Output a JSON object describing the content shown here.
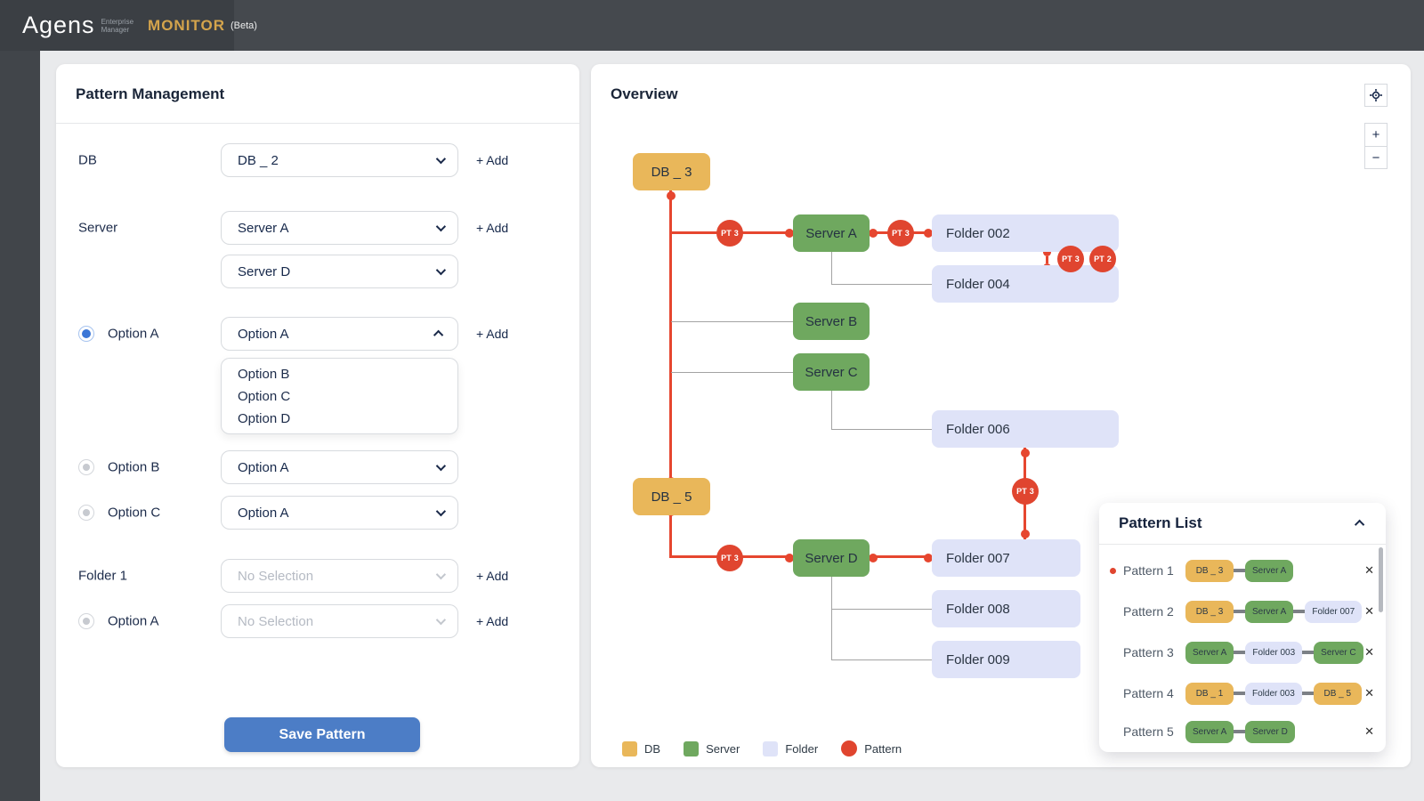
{
  "header": {
    "brand": "Agens",
    "brand_sub1": "Enterprise",
    "brand_sub2": "Manager",
    "product": "MONITOR",
    "beta": "(Beta)"
  },
  "pattern_management": {
    "title": "Pattern Management",
    "rows": [
      {
        "label": "DB",
        "value": "DB _ 2",
        "add": "+ Add"
      },
      {
        "label": "Server",
        "value": "Server A",
        "add": "+ Add"
      },
      {
        "label": "",
        "value": "Server D"
      },
      {
        "label": "Option A",
        "radio": "selected",
        "value": "Option A",
        "add": "+ Add",
        "expanded": true,
        "options": [
          "Option B",
          "Option C",
          "Option D"
        ]
      },
      {
        "label": "Option B",
        "radio": "unselected",
        "value": "Option A"
      },
      {
        "label": "Option C",
        "radio": "unselected",
        "value": "Option A"
      },
      {
        "label": "Folder 1",
        "value": "No Selection",
        "placeholder": true,
        "add": "+ Add"
      },
      {
        "label": "Option A",
        "radio": "unselected",
        "value": "No Selection",
        "placeholder": true,
        "add": "+ Add"
      }
    ],
    "save_button": "Save Pattern"
  },
  "overview": {
    "title": "Overview",
    "zoom_in": "+",
    "zoom_out": "−",
    "nodes": [
      {
        "label": "DB _ 3",
        "type": "db"
      },
      {
        "label": "Server A",
        "type": "server"
      },
      {
        "label": "Folder 002",
        "type": "folder"
      },
      {
        "label": "Folder 004",
        "type": "folder"
      },
      {
        "label": "Server B",
        "type": "server"
      },
      {
        "label": "Server C",
        "type": "server"
      },
      {
        "label": "Folder 006",
        "type": "folder"
      },
      {
        "label": "DB _ 5",
        "type": "db"
      },
      {
        "label": "Server D",
        "type": "server"
      },
      {
        "label": "Folder 007",
        "type": "folder"
      },
      {
        "label": "Folder 008",
        "type": "folder"
      },
      {
        "label": "Folder 009",
        "type": "folder"
      }
    ],
    "pt_badges": [
      {
        "label": "PT 3",
        "edge": "DB _ 3 → Server A"
      },
      {
        "label": "PT 3",
        "edge": "Server A → Folder 002"
      },
      {
        "label": "PT 3",
        "edge": "Folder 002 → Folder 004"
      },
      {
        "label": "PT 2",
        "edge": "Folder 002 → Folder 004"
      },
      {
        "label": "PT 3",
        "edge": "Folder 006 → Folder 007"
      },
      {
        "label": "PT 3",
        "edge": "DB _ 5 → Server D"
      }
    ],
    "edges": [
      {
        "from": "DB _ 3",
        "to": "Server A",
        "type": "pattern"
      },
      {
        "from": "DB _ 3",
        "to": "DB _ 5",
        "type": "pattern"
      },
      {
        "from": "Server A",
        "to": "Folder 002",
        "type": "pattern"
      },
      {
        "from": "Folder 002",
        "to": "Folder 004",
        "type": "pattern"
      },
      {
        "from": "Folder 006",
        "to": "Folder 007",
        "type": "pattern"
      },
      {
        "from": "DB _ 5",
        "to": "Server D",
        "type": "pattern"
      },
      {
        "from": "Server D",
        "to": "Folder 007",
        "type": "pattern"
      },
      {
        "from": "DB _ 3",
        "to": "Server B",
        "type": "hierarchy"
      },
      {
        "from": "DB _ 3",
        "to": "Server C",
        "type": "hierarchy"
      },
      {
        "from": "Server A",
        "to": "Folder 004",
        "type": "hierarchy"
      },
      {
        "from": "Server C",
        "to": "Folder 006",
        "type": "hierarchy"
      },
      {
        "from": "Server D",
        "to": "Folder 008",
        "type": "hierarchy"
      },
      {
        "from": "Server D",
        "to": "Folder 009",
        "type": "hierarchy"
      }
    ],
    "legend": [
      {
        "label": "DB",
        "color": "#e9b75a"
      },
      {
        "label": "Server",
        "color": "#6fa85f"
      },
      {
        "label": "Folder",
        "color": "#dfe3f8"
      },
      {
        "label": "Pattern",
        "color": "#e0452f"
      }
    ]
  },
  "pattern_list": {
    "title": "Pattern List",
    "remove_label": "✕",
    "items": [
      {
        "label": "Pattern 1",
        "active": true,
        "chips": [
          {
            "text": "DB _ 3",
            "type": "db"
          },
          {
            "text": "Server A",
            "type": "server"
          }
        ]
      },
      {
        "label": "Pattern 2",
        "active": false,
        "chips": [
          {
            "text": "DB _ 3",
            "type": "db"
          },
          {
            "text": "Server A",
            "type": "server"
          },
          {
            "text": "Folder 007",
            "type": "folder"
          }
        ]
      },
      {
        "label": "Pattern 3",
        "active": false,
        "chips": [
          {
            "text": "Server A",
            "type": "server"
          },
          {
            "text": "Folder 003",
            "type": "folder"
          },
          {
            "text": "Server C",
            "type": "server"
          }
        ]
      },
      {
        "label": "Pattern 4",
        "active": false,
        "chips": [
          {
            "text": "DB _ 1",
            "type": "db"
          },
          {
            "text": "Folder 003",
            "type": "folder"
          },
          {
            "text": "DB _ 5",
            "type": "db"
          }
        ]
      },
      {
        "label": "Pattern 5",
        "active": false,
        "chips": [
          {
            "text": "Server A",
            "type": "server"
          },
          {
            "text": "Server D",
            "type": "server"
          }
        ]
      }
    ]
  },
  "colors": {
    "db_node": "#e9b75a",
    "server_node": "#6fa85f",
    "folder_node": "#dfe3f8",
    "pattern": "#e0452f",
    "save_button": "#4c7dc6",
    "radio_selected": "#3b76d6",
    "monitor_brand": "#d4a44c",
    "header_bg": "#45494e"
  }
}
